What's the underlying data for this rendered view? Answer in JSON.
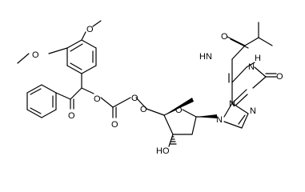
{
  "structure": {
    "atoms": {
      "ome_top": "O",
      "ome_left": "O",
      "o_ester": "O",
      "o_ketone": "O",
      "o_carbonate_eq": "O",
      "o_carbonate_db": "O",
      "o_carbonate_ch2": "O",
      "o_ring": "O",
      "hydroxyl": "HO",
      "n9": "N",
      "n7": "N",
      "n3": "N",
      "n1": "N",
      "h1": "H",
      "o6": "O",
      "nh_amide": "N",
      "h_amide": "H",
      "o_amide": "O"
    }
  }
}
